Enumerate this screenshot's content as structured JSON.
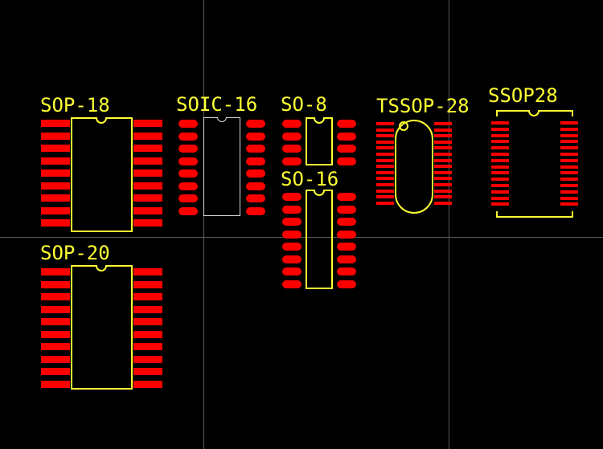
{
  "colors": {
    "background": "#000000",
    "pad": "#ff0000",
    "silkscreen": "#ffff33",
    "grid": "#5a5a5a",
    "courtyard": "#d8d8d8"
  },
  "components": {
    "sop18": {
      "label": "SOP-18"
    },
    "soic16": {
      "label": "SOIC-16"
    },
    "so8": {
      "label": "SO-8"
    },
    "so16": {
      "label": "SO-16"
    },
    "tssop28": {
      "label": "TSSOP-28"
    },
    "ssop28": {
      "label": "SSOP28"
    },
    "sop20": {
      "label": "SOP-20"
    }
  }
}
